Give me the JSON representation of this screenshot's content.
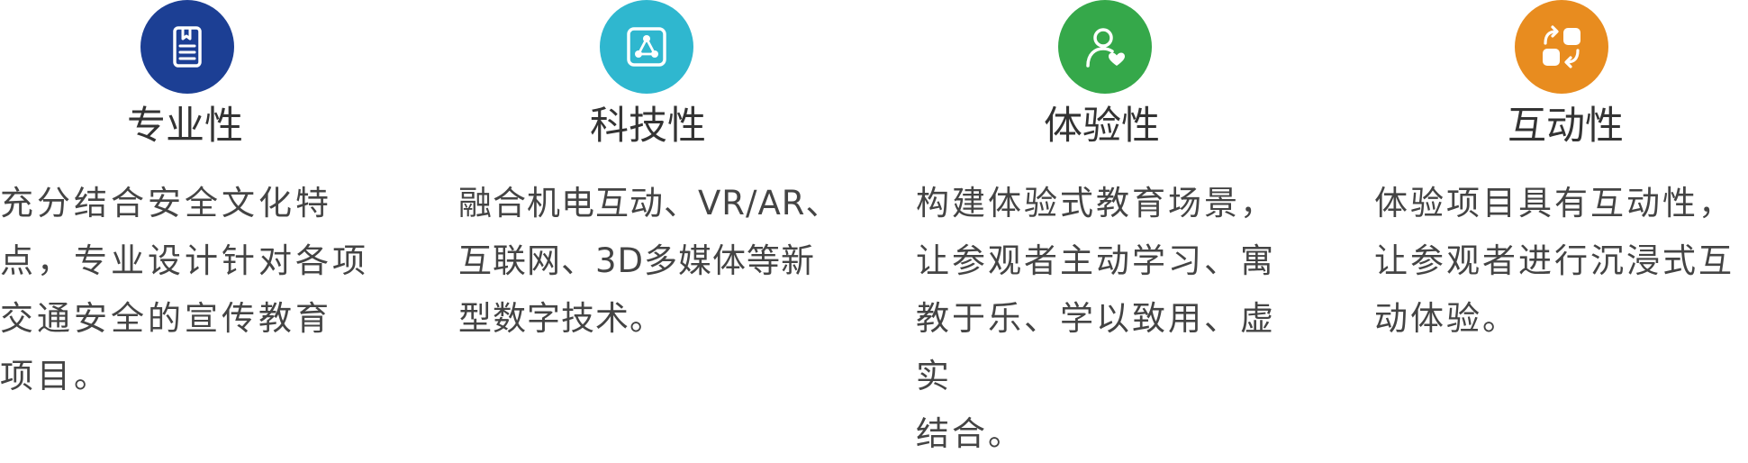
{
  "features": [
    {
      "title": "专业性",
      "icon": "document-bookmark-icon",
      "color": "#1c3f94",
      "description": "充分结合安全文化特\n点，专业设计针对各项\n交通安全的宣传教育\n项目。"
    },
    {
      "title": "科技性",
      "icon": "technology-network-icon",
      "color": "#2fb7cf",
      "description": "融合机电互动、VR/AR、\n互联网、3D多媒体等新\n型数字技术。"
    },
    {
      "title": "体验性",
      "icon": "user-heart-icon",
      "color": "#35a84a",
      "description": "构建体验式教育场景，\n让参观者主动学习、寓\n教于乐、学以致用、虚实\n结合。"
    },
    {
      "title": "互动性",
      "icon": "interaction-exchange-icon",
      "color": "#e88c1f",
      "description": "体验项目具有互动性，\n让参观者进行沉浸式互\n动体验。"
    }
  ]
}
